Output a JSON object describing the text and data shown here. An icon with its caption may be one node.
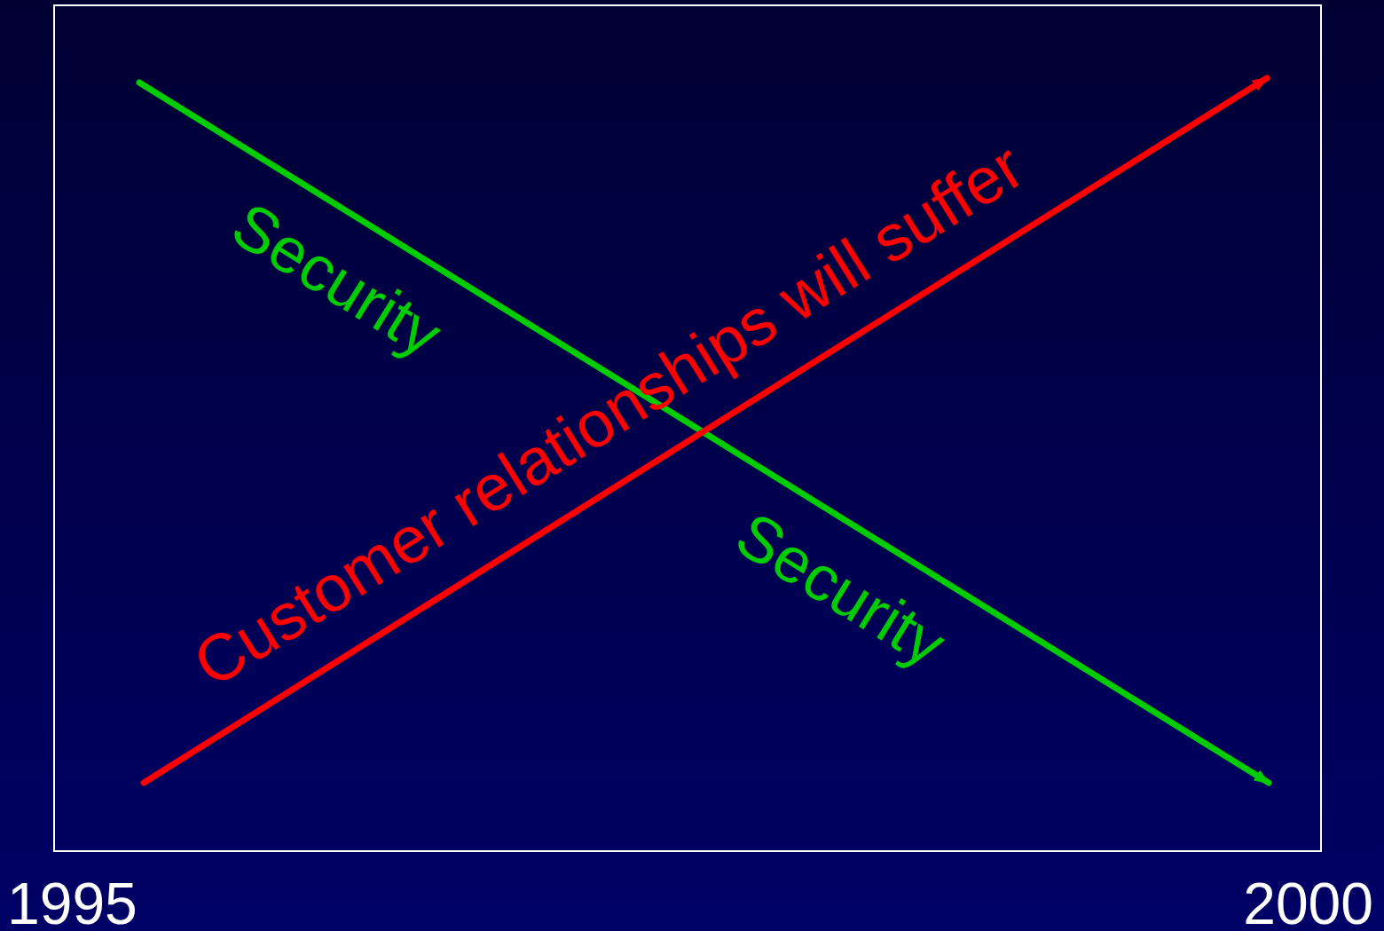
{
  "diagram": {
    "labels": [
      "Security",
      "Customer relationships will suffer",
      "Security",
      "1995",
      "2000"
    ]
  }
}
